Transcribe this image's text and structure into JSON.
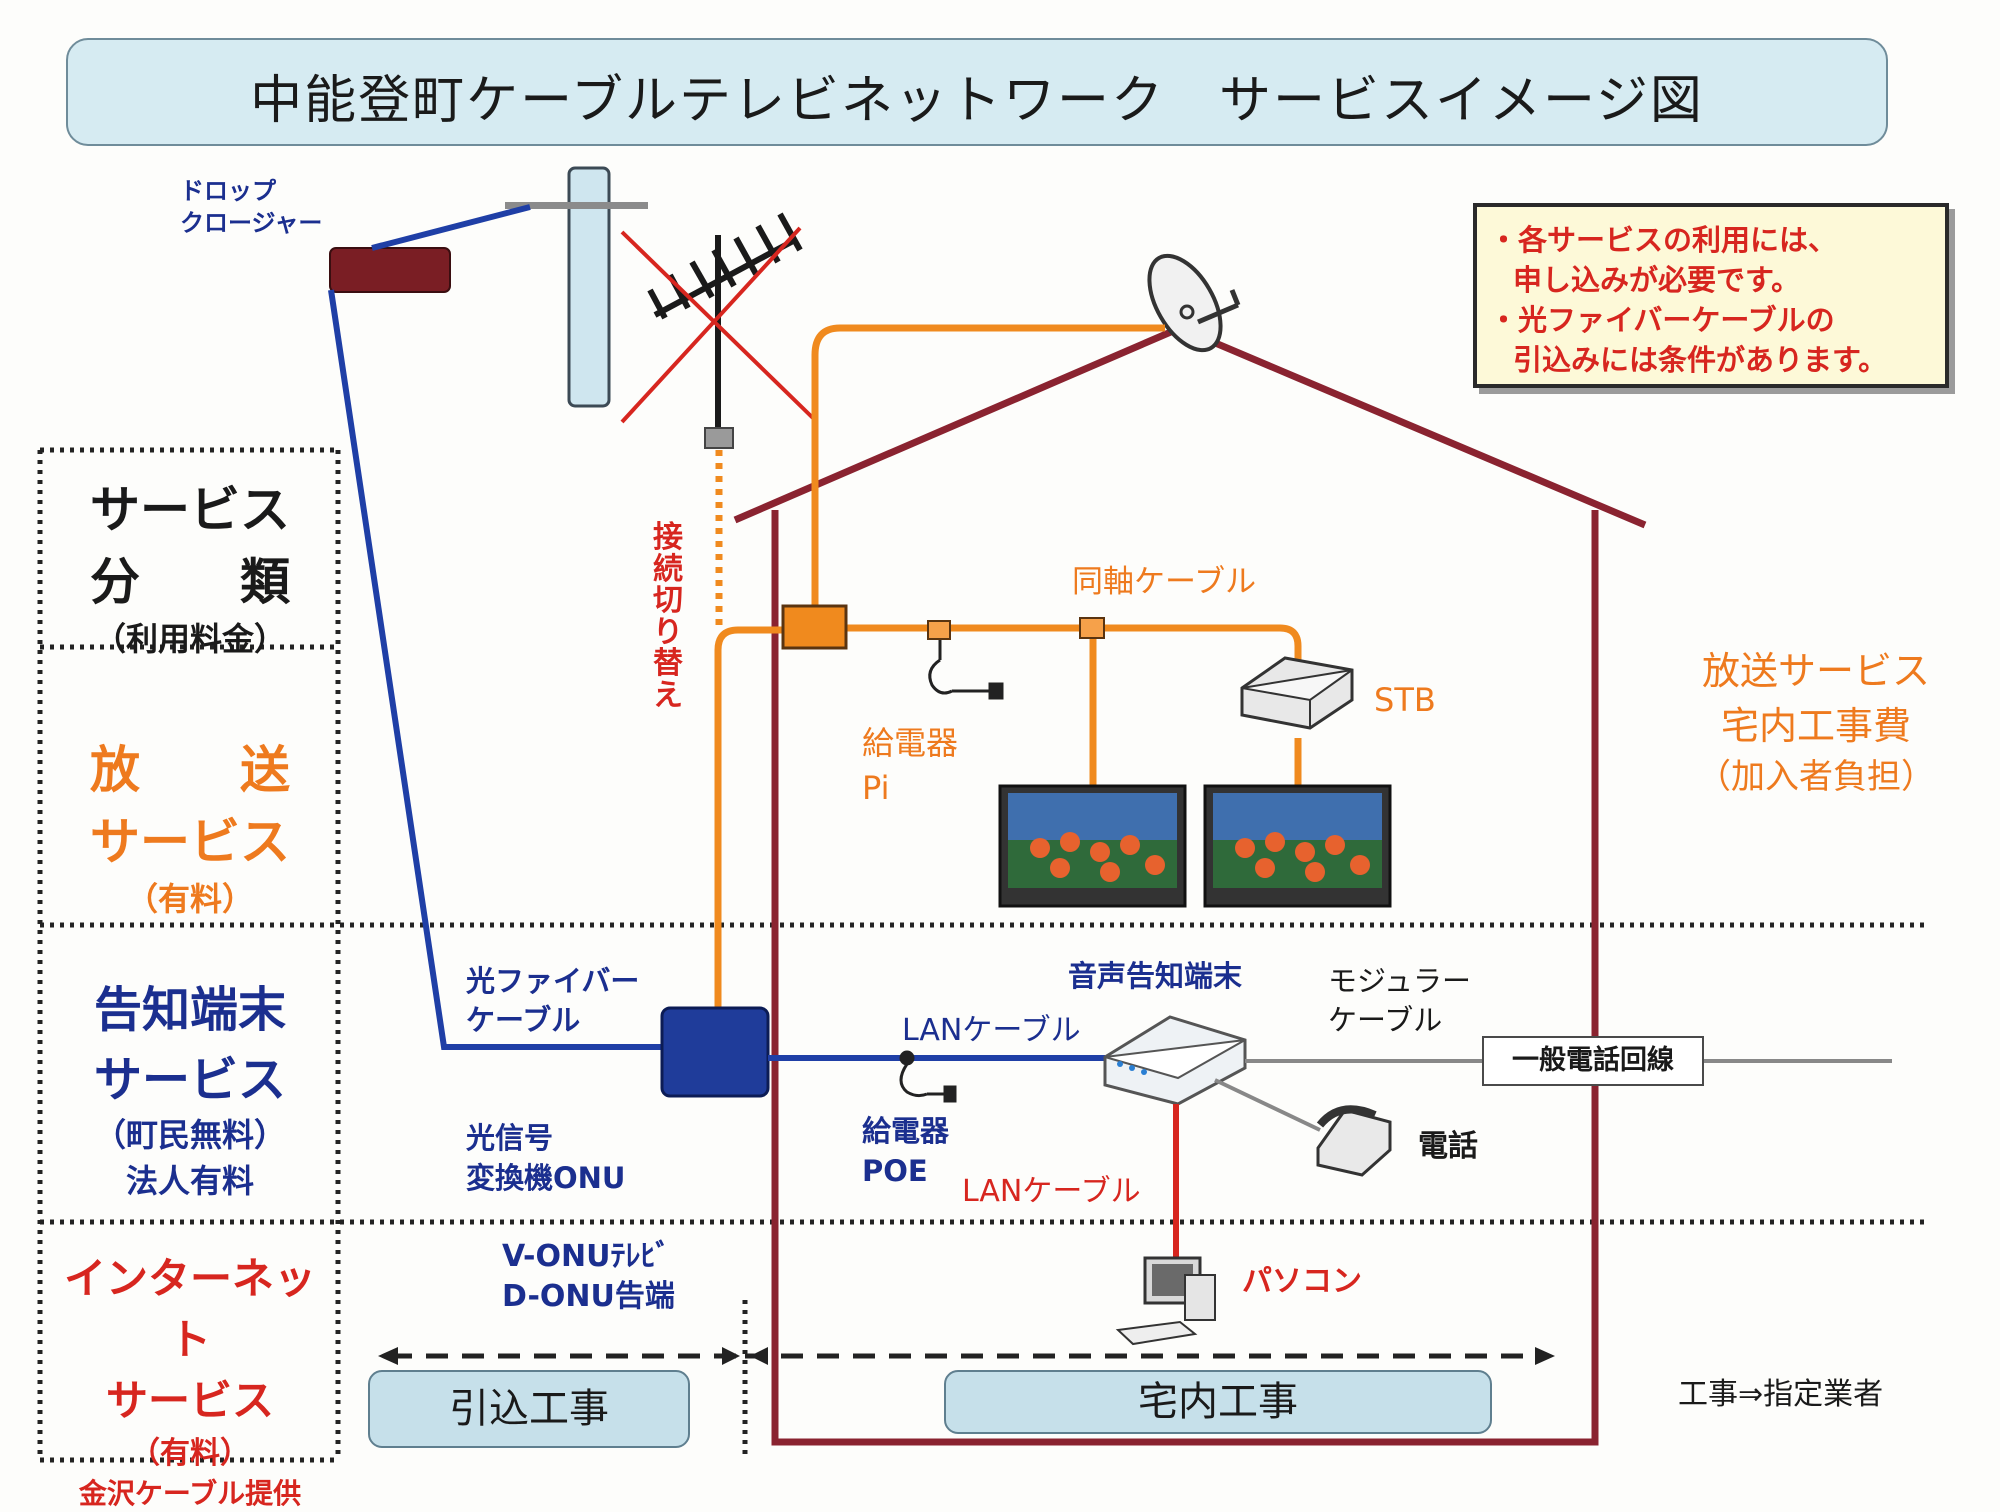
{
  "title": "中能登町ケーブルテレビネットワーク　サービスイメージ図",
  "notice": {
    "line1": "・各サービスの利用には、",
    "line2": "申し込みが必要です。",
    "line3": "・光ファイバーケーブルの",
    "line4": "引込みには条件があります。"
  },
  "categories": {
    "header": {
      "line1": "サービス",
      "line2": "分　　類",
      "line3": "（利用料金）"
    },
    "broadcast": {
      "line1": "放　　送",
      "line2": "サービス",
      "line3": "（有料）"
    },
    "notification": {
      "line1": "告知端末",
      "line2": "サービス",
      "line3": "（町民無料）",
      "line4": "法人有料"
    },
    "internet": {
      "line1": "インターネット",
      "line2": "サービス",
      "line3": "（有料）",
      "line4": "金沢ケーブル提供"
    }
  },
  "labels": {
    "drop_closure_1": "ドロップ",
    "drop_closure_2": "クロージャー",
    "switchover_1": "接",
    "switchover_2": "続",
    "switchover_3": "切",
    "switchover_4": "り",
    "switchover_5": "替",
    "switchover_6": "え",
    "coax_cable": "同軸ケーブル",
    "stb": "STB",
    "power_pi_1": "給電器",
    "power_pi_2": "Pi",
    "fiber_cable_1": "光ファイバー",
    "fiber_cable_2": "ケーブル",
    "lan_cable_blue": "LANケーブル",
    "audio_terminal": "音声告知端末",
    "modular_cable_1": "モジュラー",
    "modular_cable_2": "ケーブル",
    "phone_line": "一般電話回線",
    "power_poe_1": "給電器",
    "power_poe_2": "POE",
    "telephone": "電話",
    "onu_1": "光信号",
    "onu_2": "変換機ONU",
    "lan_cable_red": "LANケーブル",
    "vonu_1": "V-ONUﾃﾚﾋﾞ",
    "vonu_2": "D-ONU告端",
    "pc": "パソコン",
    "broadcast_fee_1": "放送サービス",
    "broadcast_fee_2": "宅内工事費",
    "broadcast_fee_3": "（加入者負担）",
    "work_note": "工事⇒指定業者"
  },
  "buttons": {
    "incoming_work": "引込工事",
    "indoor_work": "宅内工事"
  },
  "colors": {
    "fiber": "#1f3fa6",
    "coax": "#f08a1e",
    "lan_red": "#d7261f",
    "house": "#8a2330",
    "title_bg": "#d6ebf2"
  }
}
